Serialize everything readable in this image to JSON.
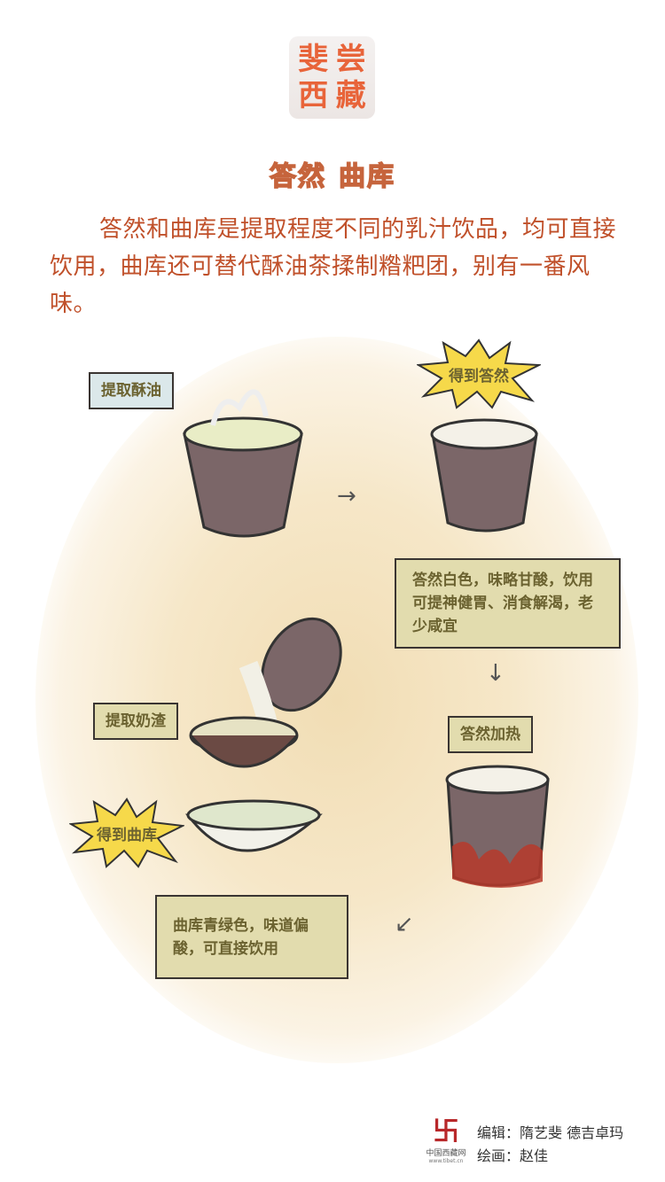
{
  "logo": {
    "chars": [
      "斐",
      "尝",
      "西",
      "藏"
    ]
  },
  "title": {
    "part1": "答然",
    "part2": "曲库"
  },
  "intro": "答然和曲库是提取程度不同的乳汁饮品，均可直接饮用，曲库还可替代酥油茶揉制糌粑团，别有一番风味。",
  "steps": {
    "extract_butter": "提取酥油",
    "get_daran": "得到答然",
    "daran_desc": "答然白色，味略甘酸，饮用可提神健胃、消食解渴，老少咸宜",
    "heat_daran": "答然加热",
    "extract_curd": "提取奶渣",
    "get_quku": "得到曲库",
    "quku_desc": "曲库青绿色，味道偏酸，可直接饮用"
  },
  "arrows": {
    "right": "→",
    "down": "↓",
    "left": "↙"
  },
  "credits": {
    "editor": "编辑：隋艺斐 德吉卓玛",
    "illustrator": "绘画：赵佳"
  },
  "site": {
    "name": "中国西藏网",
    "url": "www.tibet.cn"
  },
  "colors": {
    "title_orange": "#c0502a",
    "bubble": "#e2dcae",
    "logo_red": "#e8643a"
  }
}
